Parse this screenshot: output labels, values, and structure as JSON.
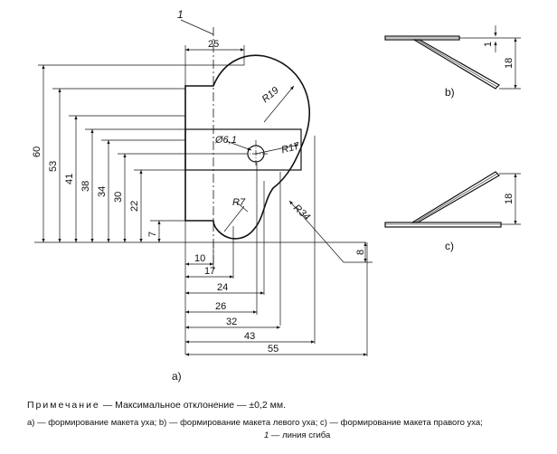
{
  "callout": "1",
  "dims": {
    "top_width": "25",
    "hole": "Ø6,1",
    "r19": "R19",
    "r17": "R17",
    "r34": "R34",
    "r7": "R7",
    "v60": "60",
    "v53": "53",
    "v41": "41",
    "v38": "38",
    "v34": "34",
    "v30": "30",
    "v22": "22",
    "v7": "7",
    "v8": "8",
    "h10": "10",
    "h17": "17",
    "h24": "24",
    "h26": "26",
    "h32": "32",
    "h43": "43",
    "h55": "55"
  },
  "views": {
    "a": "a)",
    "b": "b)",
    "c": "c)",
    "b_dim_small": "1",
    "b_dim": "18",
    "c_dim": "18"
  },
  "notes": {
    "prim_word": "Примечание",
    "prim_text": " — Максимальное отклонение — ±0,2 мм.",
    "legend": "a) — формирование макета уха; b) — формирование макета левого уха; c) — формирование макета правого уха;",
    "legend_1": "1",
    "legend_1_text": " — линия сгиба"
  }
}
